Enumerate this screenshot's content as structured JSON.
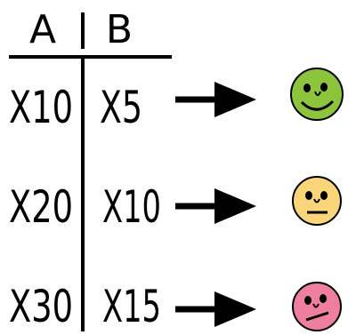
{
  "table": {
    "headers": {
      "a": "A",
      "b": "B"
    },
    "rows": [
      {
        "a": "X10",
        "b": "X5",
        "mood": "happy",
        "face_color": "#8cc43c"
      },
      {
        "a": "X20",
        "b": "X10",
        "mood": "neutral",
        "face_color": "#fbd57a"
      },
      {
        "a": "X30",
        "b": "X15",
        "mood": "unhappy",
        "face_color": "#ef7fa1"
      }
    ]
  },
  "colors": {
    "ink": "#000000",
    "background": "#ffffff"
  }
}
